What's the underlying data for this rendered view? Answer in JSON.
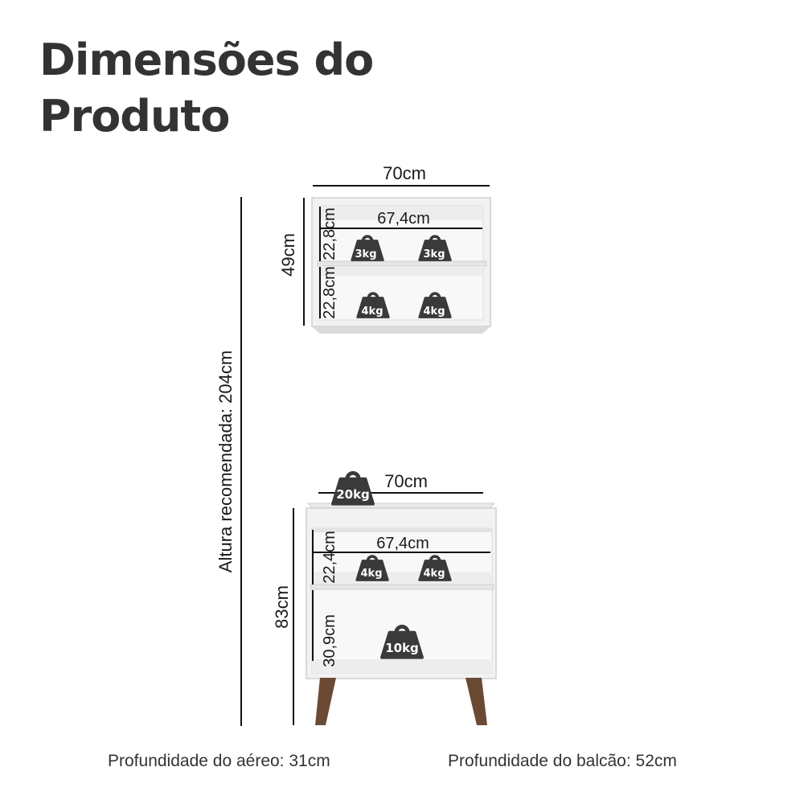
{
  "title": "Dimensões do\nProduto",
  "colors": {
    "cabinet_panel": "#f2f2f2",
    "cabinet_edge": "#cfcfcf",
    "cabinet_inner": "#f8f8f8",
    "leg_wood": "#6b4a34",
    "weight_icon": "#3a3a3a",
    "line": "#111111"
  },
  "total_height_label": "Altura recomendada: 204cm",
  "aereo": {
    "width_label": "70cm",
    "height_label": "49cm",
    "inner_width_label": "67,4cm",
    "shelf_heights": [
      "22,8cm",
      "22,8cm"
    ],
    "weights": [
      "3kg",
      "3kg",
      "4kg",
      "4kg"
    ],
    "depth_label": "Profundidade do aéreo: 31cm"
  },
  "balcao": {
    "width_label": "70cm",
    "height_label": "83cm",
    "top_weight": "20kg",
    "inner_width_label": "67,4cm",
    "shelf_heights": [
      "22,4cm",
      "30,9cm"
    ],
    "weights": [
      "4kg",
      "4kg",
      "10kg"
    ],
    "depth_label": "Profundidade do balcão: 52cm"
  }
}
